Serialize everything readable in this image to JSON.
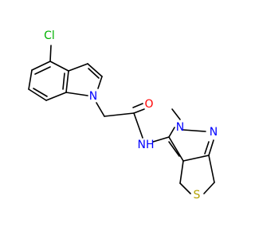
{
  "colors": {
    "background": "#ffffff",
    "bond": "#000000",
    "carbon_label": "#000000",
    "nitrogen": "#0000ff",
    "oxygen": "#ff0000",
    "sulfur": "#b2a000",
    "chlorine": "#00b200"
  },
  "atom_labels": {
    "chlorine": "Cl",
    "indole_nitrogen": "N",
    "carbonyl_oxygen": "O",
    "amide_nitrogen": "NH",
    "pyrazole_n_methyl": "N",
    "methyl_note": "methyl",
    "pyrazole_n2": "N",
    "thiophene_sulfur": "S"
  }
}
